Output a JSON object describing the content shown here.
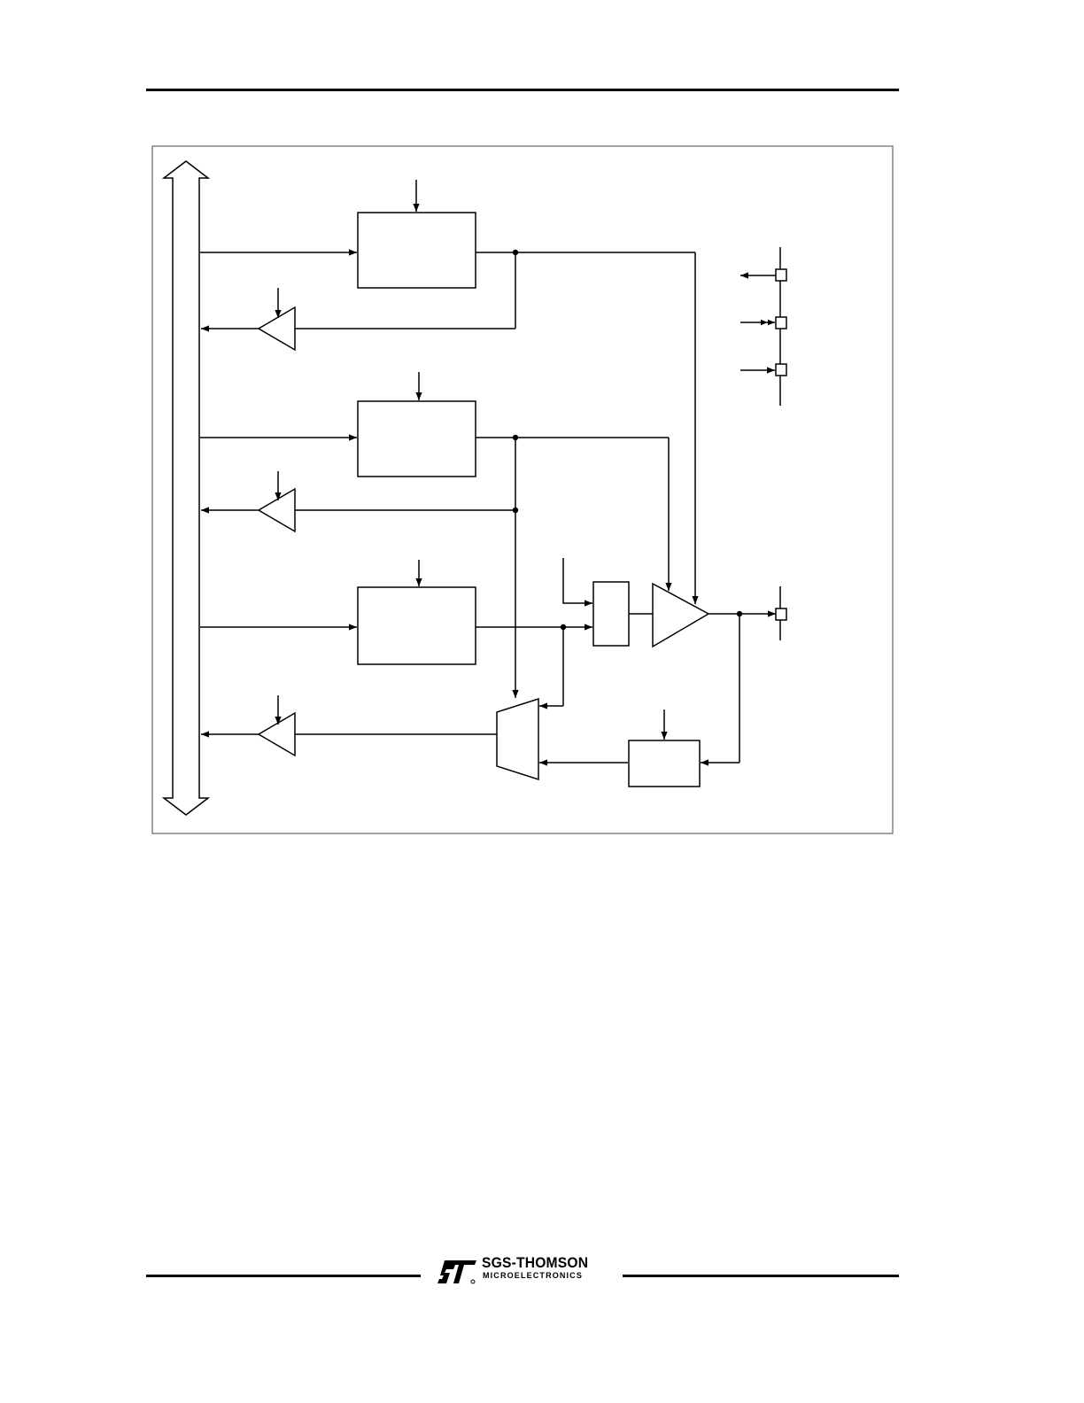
{
  "brand": {
    "name": "SGS-THOMSON",
    "subtitle": "MICROELECTRONICS",
    "logo": "st-logo-icon"
  },
  "colors": {
    "ink": "#000000",
    "frame": "#555555",
    "paper": "#ffffff"
  },
  "diagram": {
    "type": "block-diagram",
    "blocks": [
      "register-1",
      "register-2",
      "register-3",
      "small-block",
      "bottom-block"
    ],
    "buffers": [
      "buffer-1",
      "buffer-2",
      "buffer-3"
    ],
    "components": [
      "comparator",
      "multiplexer",
      "internal-bus"
    ],
    "pins": 4
  }
}
